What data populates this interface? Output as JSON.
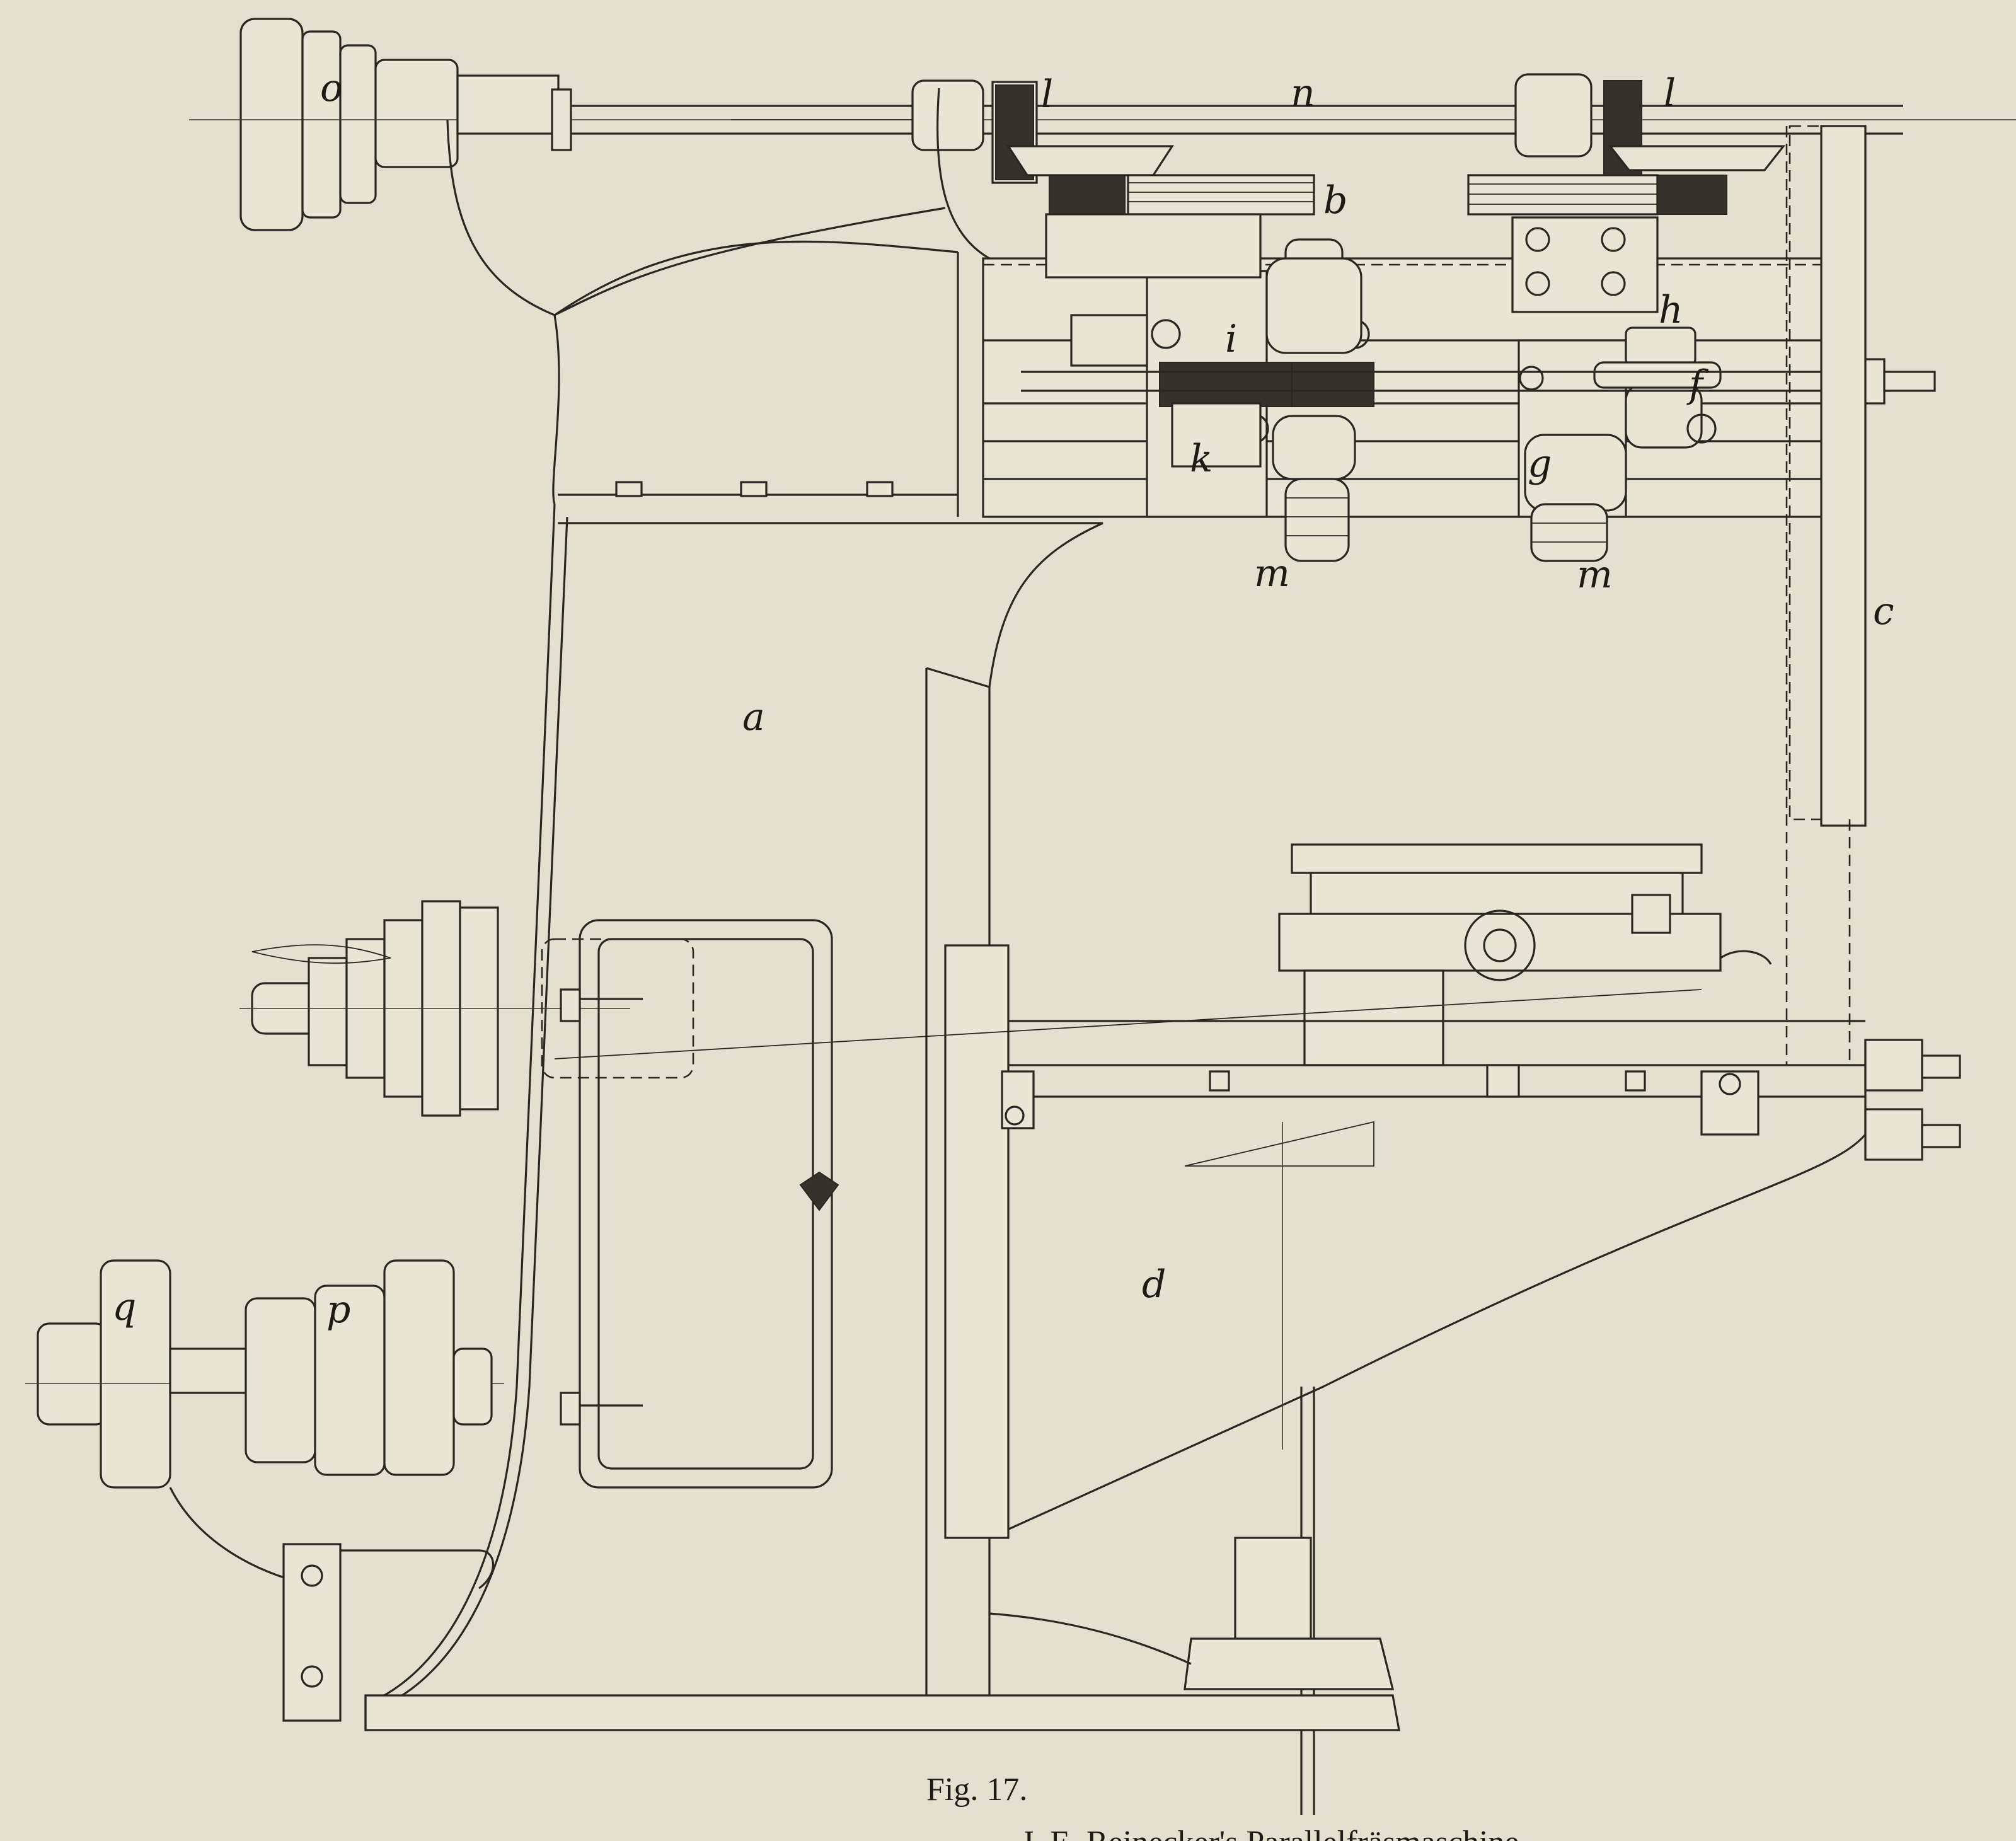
{
  "figure": {
    "caption": "Fig. 17.",
    "cut_caption": "J. E. Reinecker's Parallelfräsmaschine"
  },
  "part_labels": {
    "o": "o",
    "l_left": "l",
    "n": "n",
    "l_right": "l",
    "b": "b",
    "i": "i",
    "h": "h",
    "f": "f",
    "k": "k",
    "g": "g",
    "m_left": "m",
    "m_right": "m",
    "c": "c",
    "a": "a",
    "d": "d",
    "q": "q",
    "p": "p"
  },
  "colors": {
    "paper": "#e4e0cf",
    "ink": "#2a2722"
  }
}
